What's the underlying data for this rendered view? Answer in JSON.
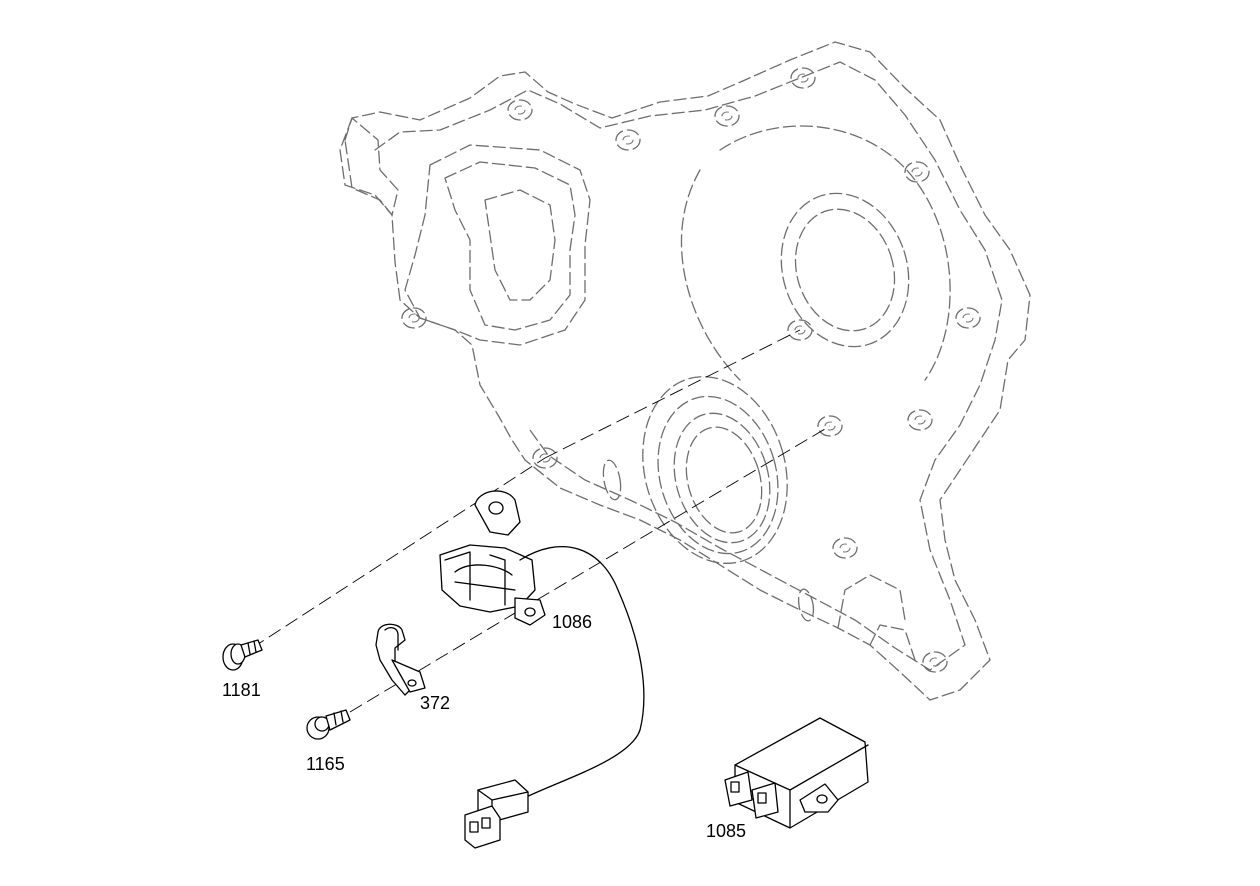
{
  "callouts": {
    "c1086": "1086",
    "c1181": "1181",
    "c372": "372",
    "c1165": "1165",
    "c1085": "1085"
  },
  "colors": {
    "housing_line": "#6e6e6e",
    "part_line": "#000000",
    "background": "#ffffff"
  }
}
